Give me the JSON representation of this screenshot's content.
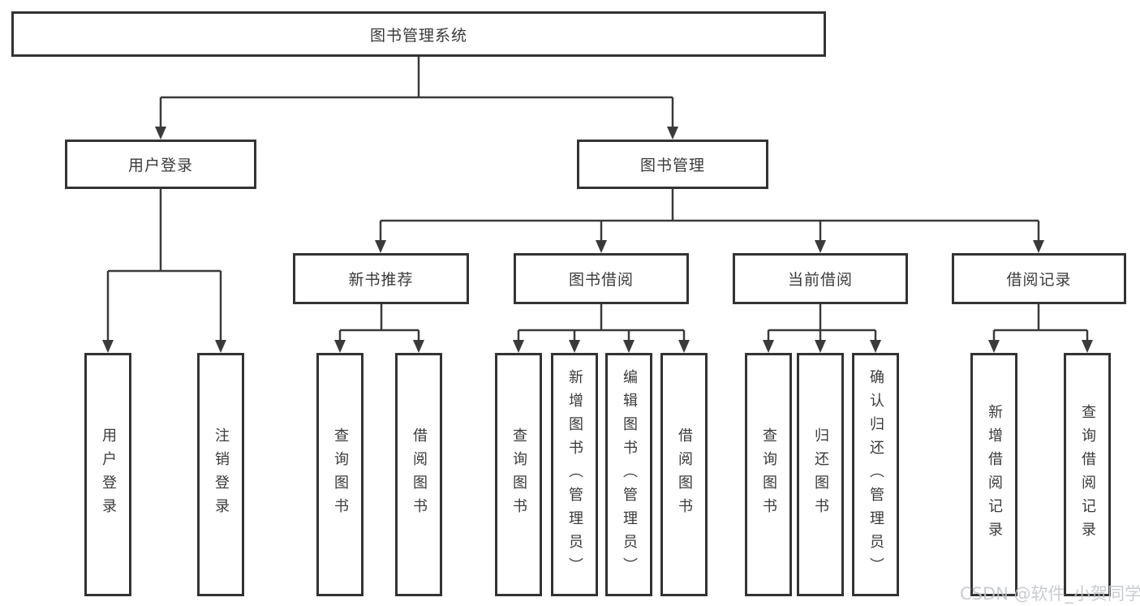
{
  "diagram": {
    "root": {
      "label": "图书管理系统"
    },
    "branches": [
      {
        "label": "用户登录",
        "children": [
          {
            "label": "用户登录"
          },
          {
            "label": "注销登录"
          }
        ]
      },
      {
        "label": "图书管理",
        "children": [
          {
            "label": "新书推荐",
            "children": [
              {
                "label": "查询图书"
              },
              {
                "label": "借阅图书"
              }
            ]
          },
          {
            "label": "图书借阅",
            "children": [
              {
                "label": "查询图书"
              },
              {
                "label": "新增图书（管理员）"
              },
              {
                "label": "编辑图书（管理员）"
              },
              {
                "label": "借阅图书"
              }
            ]
          },
          {
            "label": "当前借阅",
            "children": [
              {
                "label": "查询图书"
              },
              {
                "label": "归还图书"
              },
              {
                "label": "确认归还（管理员）"
              }
            ]
          },
          {
            "label": "借阅记录",
            "children": [
              {
                "label": "新增借阅记录"
              },
              {
                "label": "查询借阅记录"
              }
            ]
          }
        ]
      }
    ]
  },
  "watermark": {
    "text": "CSDN @软件_小贺同学"
  },
  "colors": {
    "line": "#3a3a3a",
    "box_border": "#333333",
    "box_fill": "#ffffff",
    "text": "#3a3a3a",
    "watermark": "#c3c6cc",
    "background": "#ffffff"
  }
}
